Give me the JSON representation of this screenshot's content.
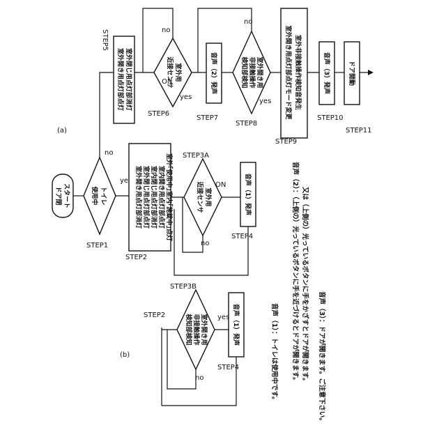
{
  "figure_labels": {
    "a": "(a)",
    "b": "(b)"
  },
  "flow_a": {
    "start": [
      "スタート",
      "ドア閉"
    ],
    "step1": {
      "step": "STEP1",
      "lines": [
        "トイレ",
        "使用中"
      ],
      "no": "no",
      "yes": "yes"
    },
    "step2": {
      "step": "STEP2",
      "lines": [
        "室外開き用点灯部消灯",
        "室外閉じ用点灯部点灯",
        "室内閉じ用点灯部消灯",
        "室内開き用点灯部点灯",
        "室外｢使用中｣室内｢施錠中｣点灯"
      ]
    },
    "step3a": {
      "step": "STEP3A",
      "lines": [
        "室外用",
        "近接センサ"
      ],
      "on": "ON",
      "no": "no"
    },
    "step4": {
      "step": "STEP4",
      "text": "音声（1）発声"
    },
    "step5": {
      "step": "STEP5",
      "lines": [
        "室外開き用点灯部点灯",
        "室外閉じ用点灯部消灯"
      ]
    },
    "step6": {
      "step": "STEP6",
      "lines": [
        "室外用",
        "近接センサ"
      ],
      "on": "ON",
      "no": "no",
      "yes": "yes"
    },
    "step7": {
      "step": "STEP7",
      "text": "音声（2）発声"
    },
    "step8": {
      "step": "STEP8",
      "lines": [
        "室外開き用",
        "非接触操作",
        "検知部検知"
      ],
      "no": "no",
      "yes": "yes"
    },
    "step9": {
      "step": "STEP9",
      "lines": [
        "室外開き用点灯部点灯モード変更",
        "室外非接触操作検知音発生"
      ]
    },
    "step10": {
      "step": "STEP10",
      "text": "音声（3）発声"
    },
    "step11": {
      "step": "STEP11",
      "text": "ドア開動"
    }
  },
  "flow_b": {
    "step2": "STEP2",
    "step3b": {
      "step": "STEP3B",
      "lines": [
        "室外開き用",
        "非接触操作",
        "検知部検知"
      ],
      "no": "no",
      "yes": "yes"
    },
    "step4": {
      "step": "STEP4",
      "text": "音声（1）発声"
    }
  },
  "notes": {
    "n1": "音声（1）：トイレは使用中です。",
    "n2a": "音声（2）：（上側の）光っているボタンに手を近づけるとドアが開きます。",
    "n2b": "又は（上側の）光っているボタンに手をかざすとドアが開きます。",
    "n3": "音声（3）：ドアが開きます。ご注意下さい。"
  }
}
